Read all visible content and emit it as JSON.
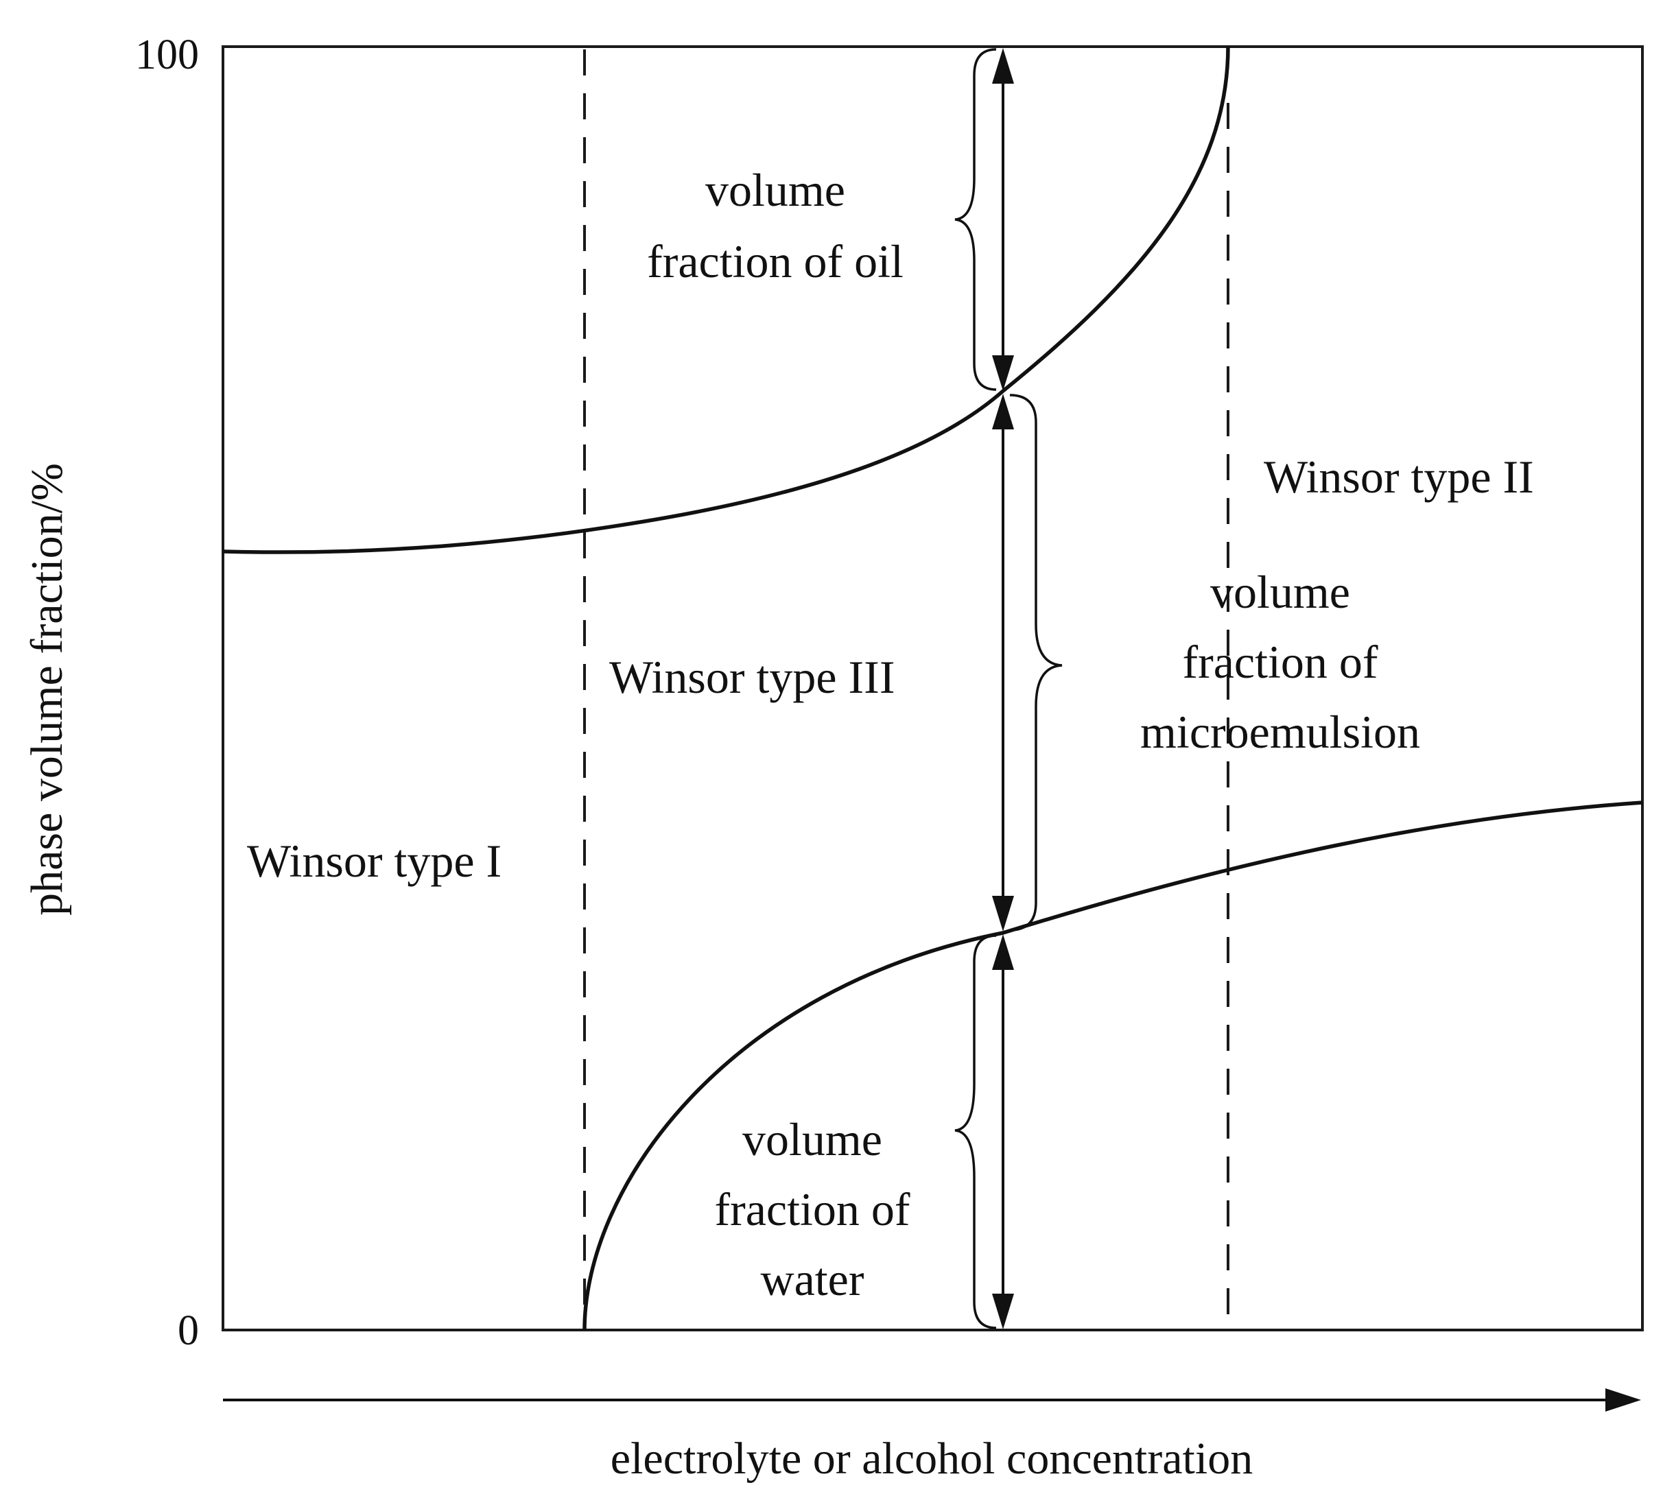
{
  "figure": {
    "y_axis": {
      "title": "phase volume fraction/%",
      "tick_top": "100",
      "tick_bottom": "0"
    },
    "x_axis": {
      "title": "electrolyte or alcohol concentration"
    },
    "regions": {
      "type_1": "Winsor type I",
      "type_3": "Winsor type III",
      "type_2": "Winsor type II"
    },
    "annotations": {
      "oil": [
        "volume",
        "fraction of oil"
      ],
      "microemulsion": [
        "volume",
        "fraction of",
        "microemulsion"
      ],
      "water": [
        "volume",
        "fraction of",
        "water"
      ]
    },
    "colors": {
      "line": "#111111",
      "background": "#ffffff"
    }
  }
}
